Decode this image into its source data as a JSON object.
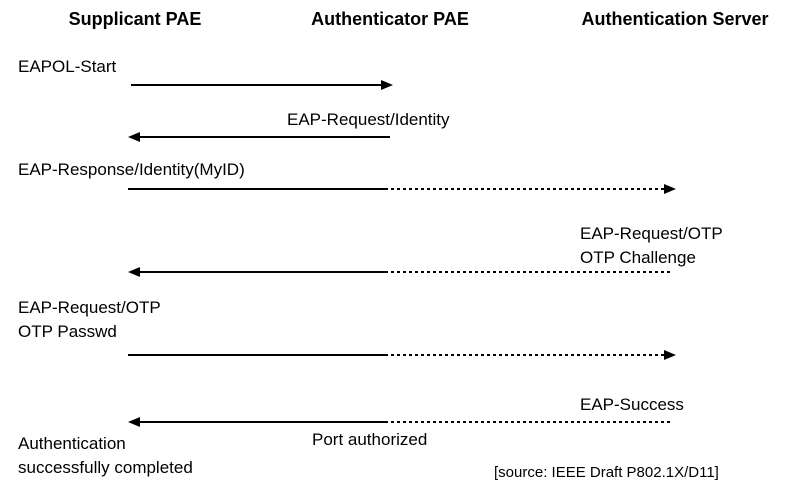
{
  "diagram": {
    "columns": [
      {
        "label": "Supplicant PAE"
      },
      {
        "label": "Authenticator PAE"
      },
      {
        "label": "Authentication Server"
      }
    ],
    "messages": {
      "eapol_start": "EAPOL-Start",
      "eap_request_identity": "EAP-Request/Identity",
      "eap_response_identity": "EAP-Response/Identity(MyID)",
      "eap_request_otp_line1": "EAP-Request/OTP",
      "eap_request_otp_line2": "OTP Challenge",
      "eap_otp_passwd_line1": "EAP-Request/OTP",
      "eap_otp_passwd_line2": "OTP Passwd",
      "eap_success": "EAP-Success",
      "port_authorized": "Port authorized",
      "auth_completed_line1": "Authentication",
      "auth_completed_line2": "successfully completed"
    },
    "source": "[source: IEEE Draft P802.1X/D11]",
    "colors": {
      "ink": "#000000",
      "background": "#ffffff"
    }
  }
}
